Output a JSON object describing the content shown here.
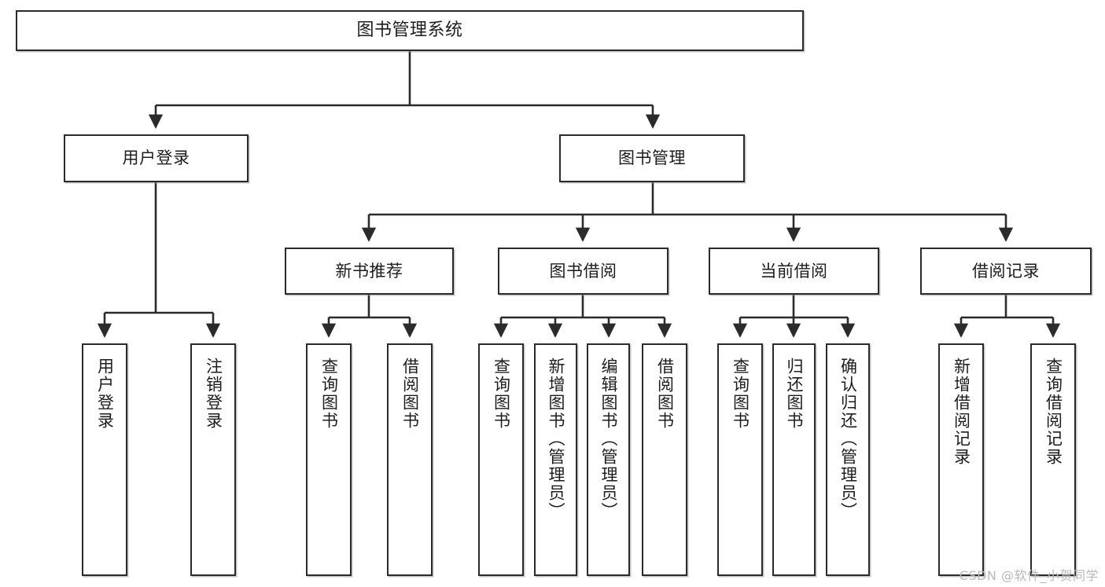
{
  "diagram": {
    "type": "tree",
    "title": "图书管理系统",
    "watermark": "CSDN @软件_小贺同学",
    "colors": {
      "box_border": "#2b2b2b",
      "box_fill": "#ffffff",
      "connector": "#2b2b2b",
      "text": "#1d1d1d",
      "watermark": "#b9b9b9",
      "background": "#ffffff"
    },
    "nodes": {
      "root": {
        "label": "图书管理系统"
      },
      "level2": [
        {
          "id": "user-login",
          "label": "用户登录"
        },
        {
          "id": "book-manage",
          "label": "图书管理"
        }
      ],
      "level3": [
        {
          "id": "new-book-recommend",
          "label": "新书推荐"
        },
        {
          "id": "book-borrow",
          "label": "图书借阅"
        },
        {
          "id": "current-borrow",
          "label": "当前借阅"
        },
        {
          "id": "borrow-record",
          "label": "借阅记录"
        }
      ],
      "leaves": [
        {
          "id": "leaf-user-login",
          "label": "用户登录",
          "parent": "user-login"
        },
        {
          "id": "leaf-user-logout",
          "label": "注销登录",
          "parent": "user-login"
        },
        {
          "id": "leaf-query-book-1",
          "label": "查询图书",
          "parent": "new-book-recommend"
        },
        {
          "id": "leaf-borrow-book-1",
          "label": "借阅图书",
          "parent": "new-book-recommend"
        },
        {
          "id": "leaf-query-book-2",
          "label": "查询图书",
          "parent": "book-borrow"
        },
        {
          "id": "leaf-add-book",
          "label": "新增图书（管理员）",
          "parent": "book-borrow"
        },
        {
          "id": "leaf-edit-book",
          "label": "编辑图书（管理员）",
          "parent": "book-borrow"
        },
        {
          "id": "leaf-borrow-book-2",
          "label": "借阅图书",
          "parent": "book-borrow"
        },
        {
          "id": "leaf-query-book-3",
          "label": "查询图书",
          "parent": "current-borrow"
        },
        {
          "id": "leaf-return-book",
          "label": "归还图书",
          "parent": "current-borrow"
        },
        {
          "id": "leaf-confirm-return",
          "label": "确认归还（管理员）",
          "parent": "current-borrow"
        },
        {
          "id": "leaf-add-record",
          "label": "新增借阅记录",
          "parent": "borrow-record"
        },
        {
          "id": "leaf-query-record",
          "label": "查询借阅记录",
          "parent": "borrow-record"
        }
      ]
    }
  }
}
